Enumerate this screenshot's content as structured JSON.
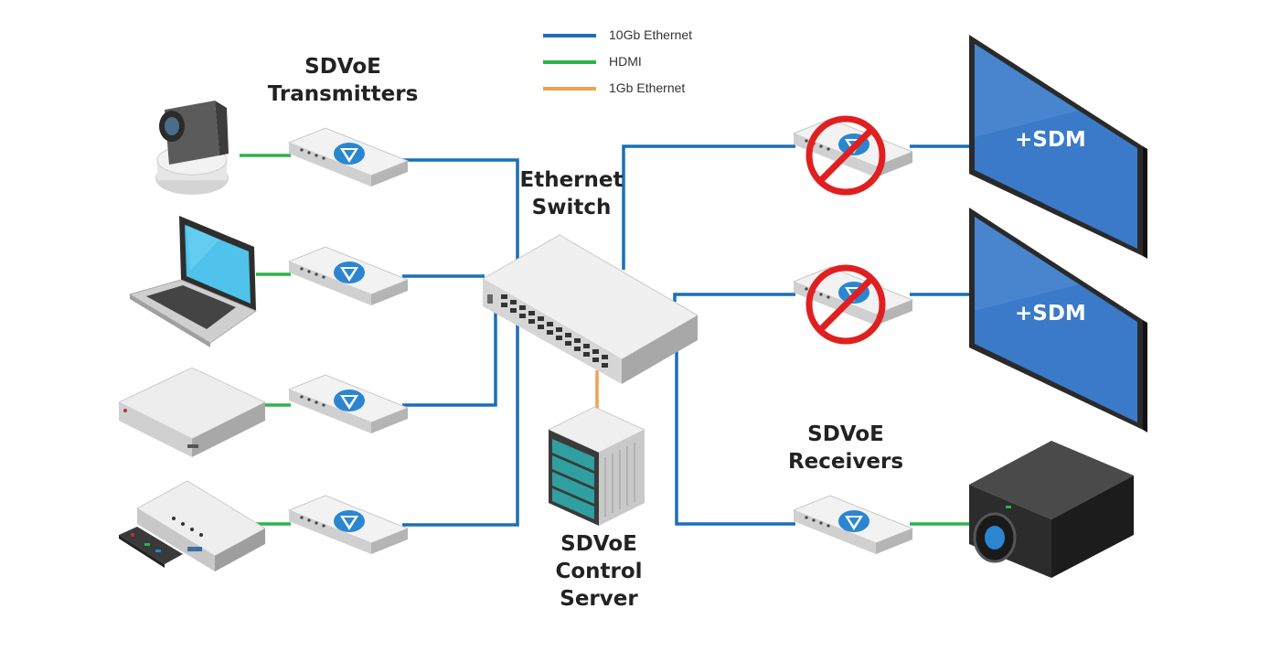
{
  "legend": [
    {
      "label": "10Gb Ethernet",
      "color": "#1a6fb8"
    },
    {
      "label": "HDMI",
      "color": "#2db34a"
    },
    {
      "label": "1Gb Ethernet",
      "color": "#f0a050"
    }
  ],
  "labels": {
    "transmitters_line1": "SDVoE",
    "transmitters_line2": "Transmitters",
    "switch_line1": "Ethernet",
    "switch_line2": "Switch",
    "server_line1": "SDVoE",
    "server_line2": "Control",
    "server_line3": "Server",
    "receivers_line1": "SDVoE",
    "receivers_line2": "Receivers"
  },
  "displays": [
    {
      "text": "+SDM"
    },
    {
      "text": "+SDM"
    }
  ],
  "colors": {
    "ethernet_10gb": "#1a6fb8",
    "hdmi": "#2db34a",
    "ethernet_1gb": "#f0a050",
    "prohibited": "#e02020",
    "screen_blue": "#3a7ac8",
    "logo_blue": "#2a86d0"
  },
  "icons": [
    "ptz-camera-icon",
    "laptop-icon",
    "set-top-box-icon",
    "media-player-icon",
    "remote-control-icon",
    "sdvoe-logo-icon",
    "ethernet-switch-icon",
    "server-rack-icon",
    "display-icon",
    "projector-icon",
    "prohibited-icon"
  ]
}
